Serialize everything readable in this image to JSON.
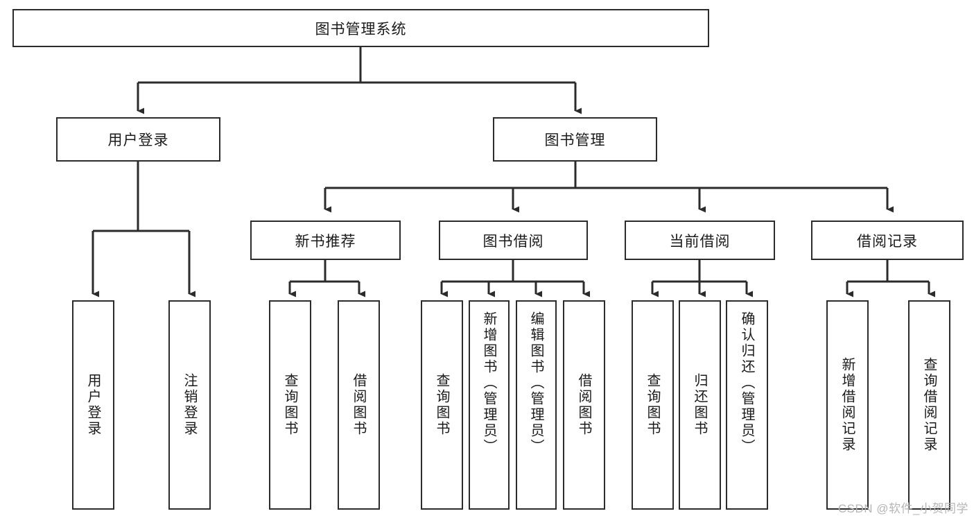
{
  "diagram": {
    "title": "图书管理系统",
    "type": "tree-hierarchy-diagram",
    "root": {
      "label": "图书管理系统"
    },
    "level2": [
      {
        "label": "用户登录"
      },
      {
        "label": "图书管理"
      }
    ],
    "level3": [
      {
        "label": "新书推荐"
      },
      {
        "label": "图书借阅"
      },
      {
        "label": "当前借阅"
      },
      {
        "label": "借阅记录"
      }
    ],
    "leaves": {
      "user_login": [
        {
          "label": "用户登录"
        },
        {
          "label": "注销登录"
        }
      ],
      "new_book_recommend": [
        {
          "label": "查询图书"
        },
        {
          "label": "借阅图书"
        }
      ],
      "book_borrow": [
        {
          "label": "查询图书"
        },
        {
          "label": "新增图书（管理员）"
        },
        {
          "label": "编辑图书（管理员）"
        },
        {
          "label": "借阅图书"
        }
      ],
      "current_borrow": [
        {
          "label": "查询图书"
        },
        {
          "label": "归还图书"
        },
        {
          "label": "确认归还（管理员）"
        }
      ],
      "borrow_records": [
        {
          "label": "新增借阅记录"
        },
        {
          "label": "查询借阅记录"
        }
      ]
    }
  },
  "watermark": {
    "text": "CSDN @软件_小贺同学"
  },
  "colors": {
    "stroke": "#2b2b2b",
    "background": "#ffffff",
    "text": "#1a1a1a",
    "watermark": "#b6b6b6"
  }
}
